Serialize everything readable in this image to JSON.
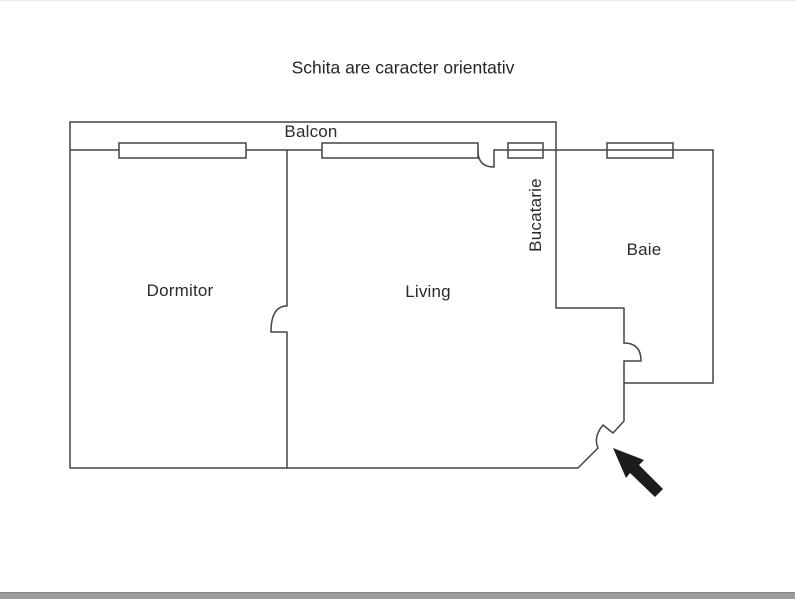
{
  "title": "Schita are caracter orientativ",
  "floor_plan": {
    "rooms": {
      "balcon": "Balcon",
      "dormitor": "Dormitor",
      "living": "Living",
      "bucatarie": "Bucatarie",
      "baie": "Baie"
    },
    "entrance_arrow_icon": "arrow-up-left-icon"
  },
  "colors": {
    "background": "#ffffff",
    "line": "#444444",
    "text": "#2a2a2a",
    "arrow": "#1c1c1c",
    "bottom_bar": "#9b9b9b"
  }
}
